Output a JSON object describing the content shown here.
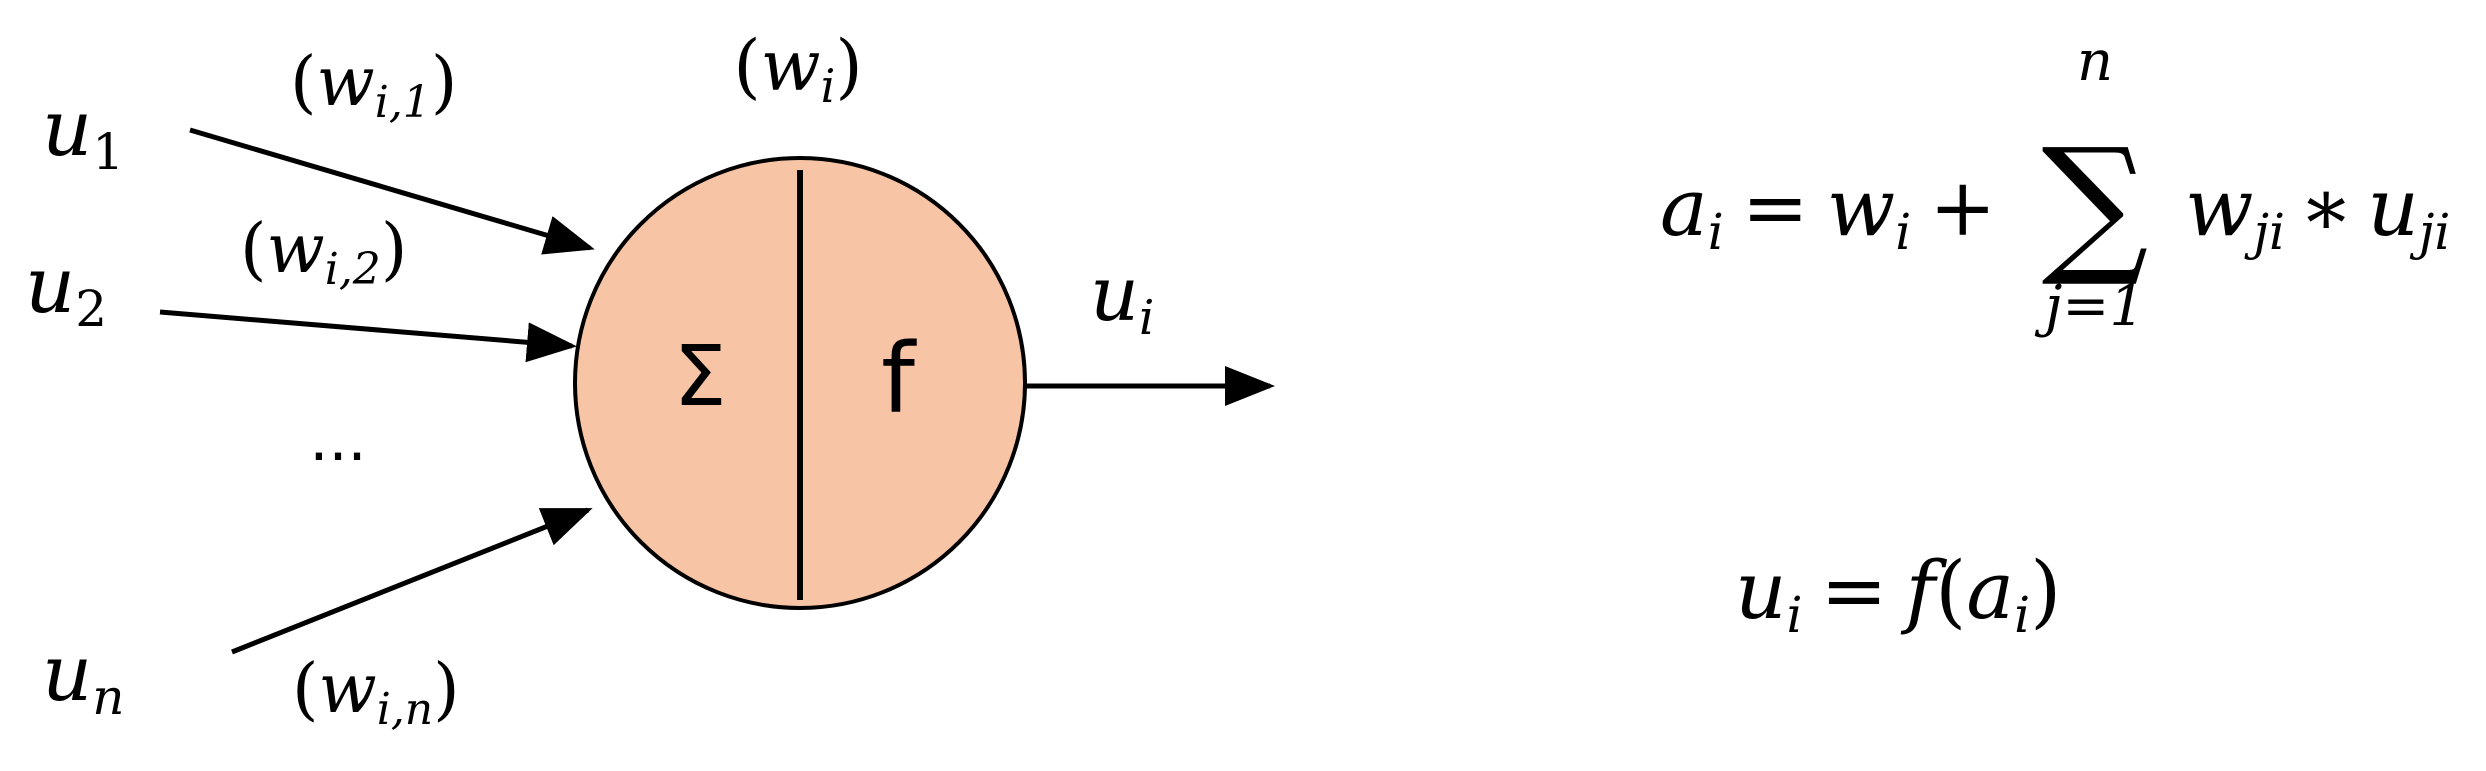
{
  "neuron": {
    "sum_symbol": "Σ",
    "activation_symbol": "f",
    "fill_color": "#f7c4a5",
    "bias_weight": {
      "open": "(",
      "var": "w",
      "sub": "i",
      "close": ")"
    }
  },
  "inputs": [
    {
      "var": "u",
      "sub": "1",
      "weight": {
        "open": "(",
        "var": "w",
        "sub": "i,1",
        "close": ")"
      }
    },
    {
      "var": "u",
      "sub": "2",
      "weight": {
        "open": "(",
        "var": "w",
        "sub": "i,2",
        "close": ")"
      }
    },
    {
      "var": "u",
      "sub": "n",
      "weight": {
        "open": "(",
        "var": "w",
        "sub": "i,n",
        "close": ")"
      }
    }
  ],
  "ellipsis": "...",
  "output": {
    "var": "u",
    "sub": "i"
  },
  "equations": {
    "activation": {
      "lhs_var": "a",
      "lhs_sub": "i",
      "equals": "=",
      "bias_var": "w",
      "bias_sub": "i",
      "plus": "+",
      "sum_symbol": "∑",
      "upper": "n",
      "lower": "j=1",
      "weight_var": "w",
      "weight_sub": "ji",
      "times": "∗",
      "input_var": "u",
      "input_sub": "ji"
    },
    "output": {
      "lhs_var": "u",
      "lhs_sub": "i",
      "equals": "=",
      "func": "f",
      "open": "(",
      "arg_var": "a",
      "arg_sub": "i",
      "close": ")"
    }
  }
}
